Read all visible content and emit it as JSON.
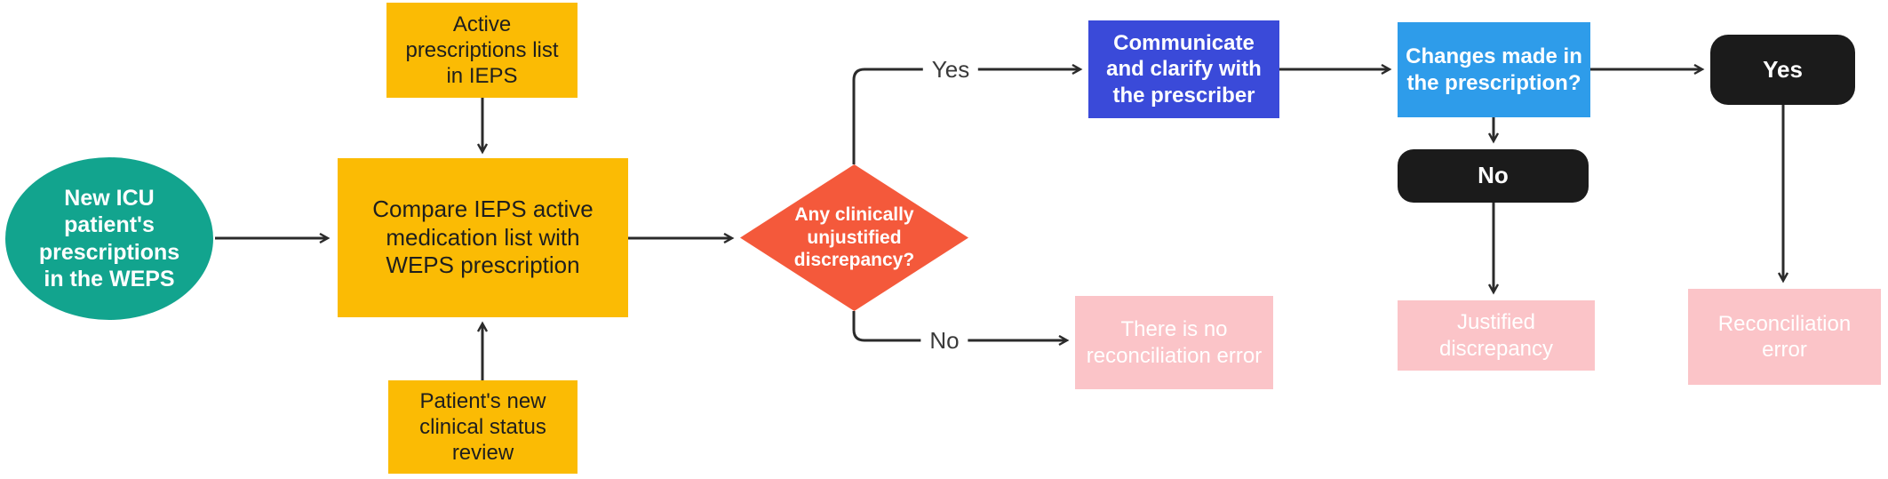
{
  "flowchart": {
    "nodes": {
      "start": {
        "label": "New ICU patient's prescriptions in the WEPS"
      },
      "active_list": {
        "label": "Active prescriptions list in IEPS"
      },
      "compare": {
        "label": "Compare IEPS active medication list with WEPS prescription"
      },
      "review": {
        "label": "Patient's new clinical status review"
      },
      "decision": {
        "label": "Any clinically unjustified discrepancy?"
      },
      "communicate": {
        "label": "Communicate and clarify with the prescriber"
      },
      "changes": {
        "label": "Changes made in the prescription?"
      },
      "yes_pill": {
        "label": "Yes"
      },
      "no_pill": {
        "label": "No"
      },
      "no_error": {
        "label": "There is no reconciliation error"
      },
      "justified": {
        "label": "Justified discrepancy"
      },
      "recon_error": {
        "label": "Reconciliation error"
      }
    },
    "edge_labels": {
      "yes": "Yes",
      "no": "No"
    },
    "colors": {
      "teal": "#12A48E",
      "yellow": "#FBBB04",
      "orange": "#F4593B",
      "royal_blue": "#3A4AD9",
      "light_blue": "#2E9CEA",
      "black": "#1b1b1b",
      "pink": "#FBC4C8",
      "arrow": "#2b2b2b"
    }
  }
}
